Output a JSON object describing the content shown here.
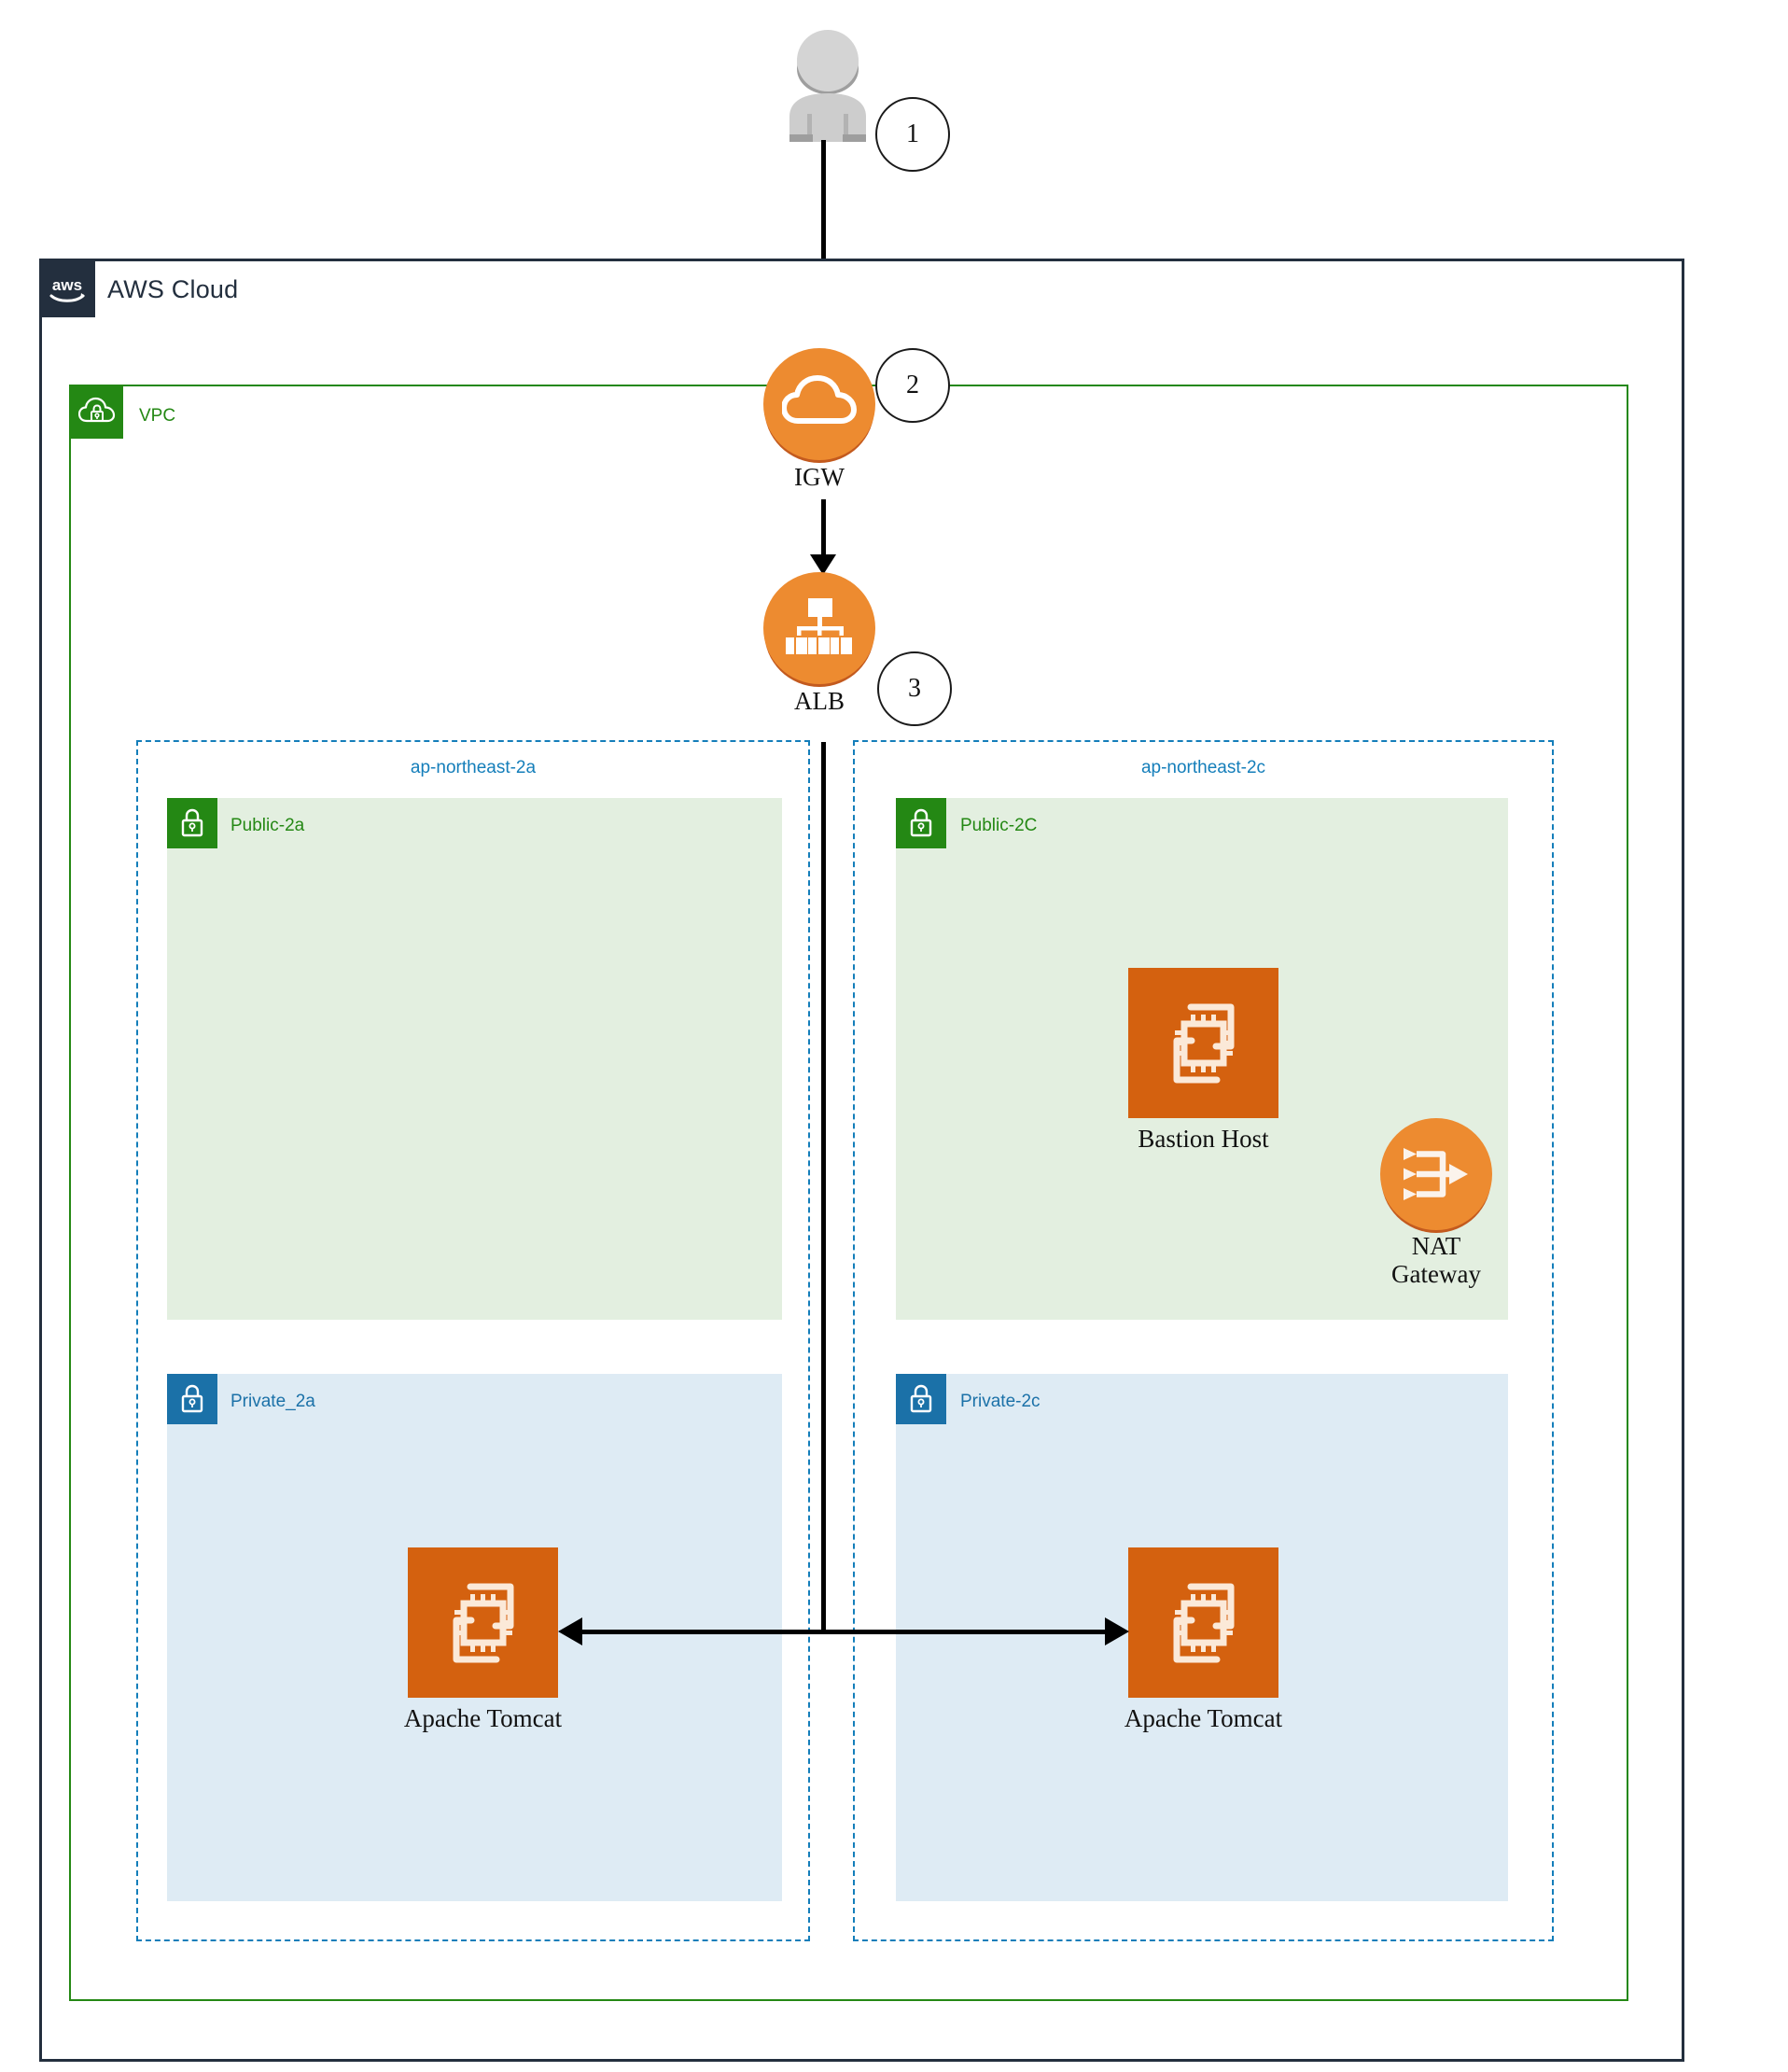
{
  "diagram": {
    "title": "AWS Cloud",
    "type": "aws-architecture-diagram"
  },
  "cloud": {
    "label": "AWS Cloud",
    "logo_icon": "aws-logo-icon",
    "border_color": "#232F3E"
  },
  "vpc": {
    "label": "VPC",
    "icon": "vpc-cloud-lock-icon",
    "color": "#248814"
  },
  "actor": {
    "icon": "user-person-icon",
    "badge": "1"
  },
  "gateways": {
    "igw": {
      "label": "IGW",
      "icon": "internet-gateway-cloud-icon",
      "badge": "2",
      "color": "#ED8B30"
    },
    "alb": {
      "label": "ALB",
      "icon": "application-load-balancer-icon",
      "badge": "3",
      "color": "#ED8B30"
    },
    "nat": {
      "label_line1": "NAT",
      "label_line2": "Gateway",
      "icon": "nat-gateway-icon",
      "color": "#ED8B30"
    }
  },
  "availability_zones": [
    {
      "name": "ap-northeast-2a",
      "color": "#147EBA",
      "subnets": [
        {
          "name": "Public-2a",
          "type": "public",
          "icon": "public-subnet-lock-icon",
          "color": "#248814",
          "fill": "#E3EFE0",
          "resources": []
        },
        {
          "name": "Private_2a",
          "type": "private",
          "icon": "private-subnet-lock-icon",
          "color": "#1B71A8",
          "fill": "#DEEBF4",
          "resources": [
            {
              "label": "Apache Tomcat",
              "icon": "ec2-instance-icon",
              "color": "#D4610F"
            }
          ]
        }
      ]
    },
    {
      "name": "ap-northeast-2c",
      "color": "#147EBA",
      "subnets": [
        {
          "name": "Public-2C",
          "type": "public",
          "icon": "public-subnet-lock-icon",
          "color": "#248814",
          "fill": "#E3EFE0",
          "resources": [
            {
              "label": "Bastion Host",
              "icon": "ec2-instance-icon",
              "color": "#D4610F"
            },
            {
              "label": "NAT Gateway",
              "icon": "nat-gateway-icon",
              "color": "#ED8B30"
            }
          ]
        },
        {
          "name": "Private-2c",
          "type": "private",
          "icon": "private-subnet-lock-icon",
          "color": "#1B71A8",
          "fill": "#DEEBF4",
          "resources": [
            {
              "label": "Apache Tomcat",
              "icon": "ec2-instance-icon",
              "color": "#D4610F"
            }
          ]
        }
      ]
    }
  ],
  "flow_steps": [
    {
      "number": "1",
      "from": "User",
      "to": "IGW"
    },
    {
      "number": "2",
      "from": "IGW",
      "to": "ALB"
    },
    {
      "number": "3",
      "from": "ALB",
      "to": "Apache Tomcat instances"
    }
  ],
  "connections": [
    {
      "from": "user",
      "to": "igw",
      "direction": "down"
    },
    {
      "from": "igw",
      "to": "alb",
      "direction": "down"
    },
    {
      "from": "alb",
      "to": "tomcat-2a",
      "direction": "bidirectional"
    },
    {
      "from": "alb",
      "to": "tomcat-2c",
      "direction": "bidirectional"
    }
  ]
}
